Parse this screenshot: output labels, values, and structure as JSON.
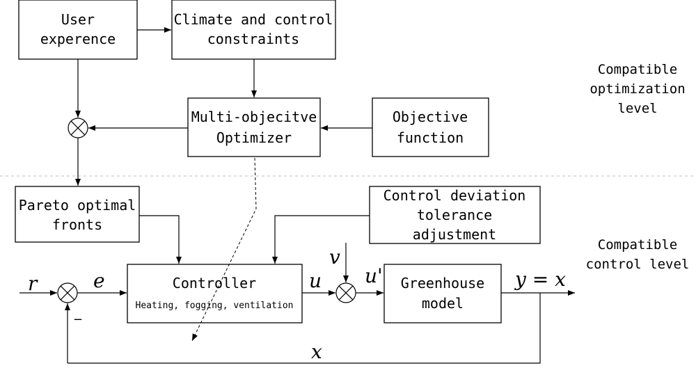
{
  "blocks": {
    "user_experience": [
      "User",
      "experence"
    ],
    "climate": [
      "Climate and control",
      "constraints"
    ],
    "optimizer": [
      "Multi-objecitve",
      "Optimizer"
    ],
    "objective": [
      "Objective",
      "function"
    ],
    "pareto": [
      "Pareto optimal",
      "fronts"
    ],
    "tolerance": [
      "Control deviation",
      "tolerance",
      "adjustment"
    ],
    "controller": {
      "title": "Controller",
      "subtitle": "Heating, fogging, ventilation"
    },
    "greenhouse": [
      "Greenhouse",
      "model"
    ]
  },
  "levels": {
    "optimization": [
      "Compatible",
      "optimization",
      "level"
    ],
    "control": [
      "Compatible",
      "control level"
    ]
  },
  "signals": {
    "r": "r",
    "e": "e",
    "u": "u",
    "u_prime": "u'",
    "v": "v",
    "y": "y = x",
    "x": "x",
    "minus": "_"
  }
}
